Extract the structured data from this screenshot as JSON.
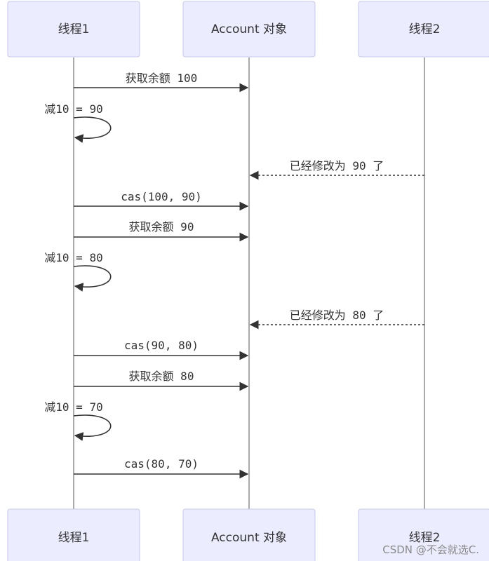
{
  "diagram": {
    "participants": [
      {
        "id": "t1",
        "label": "线程1"
      },
      {
        "id": "acc",
        "label": "Account 对象"
      },
      {
        "id": "t2",
        "label": "线程2"
      }
    ],
    "messages": [
      {
        "from": "t1",
        "to": "acc",
        "text": "获取余额 100",
        "style": "solid"
      },
      {
        "from": "t1",
        "to": "t1",
        "text": "减10 = 90",
        "style": "self"
      },
      {
        "from": "t2",
        "to": "acc",
        "text": "已经修改为 90 了",
        "style": "dotted"
      },
      {
        "from": "t1",
        "to": "acc",
        "text": "cas(100, 90)",
        "style": "solid"
      },
      {
        "from": "t1",
        "to": "acc",
        "text": "获取余额 90",
        "style": "solid"
      },
      {
        "from": "t1",
        "to": "t1",
        "text": "减10 = 80",
        "style": "self"
      },
      {
        "from": "t2",
        "to": "acc",
        "text": "已经修改为 80 了",
        "style": "dotted"
      },
      {
        "from": "t1",
        "to": "acc",
        "text": "cas(90, 80)",
        "style": "solid"
      },
      {
        "from": "t1",
        "to": "acc",
        "text": "获取余额 80",
        "style": "solid"
      },
      {
        "from": "t1",
        "to": "t1",
        "text": "减10 = 70",
        "style": "self"
      },
      {
        "from": "t1",
        "to": "acc",
        "text": "cas(80, 70)",
        "style": "solid"
      }
    ]
  },
  "footer": {
    "credit": "CSDN @不会就选C."
  },
  "colors": {
    "actor_fill": "#ECECFF",
    "actor_border": "#C6C6F2",
    "line": "#333333"
  }
}
